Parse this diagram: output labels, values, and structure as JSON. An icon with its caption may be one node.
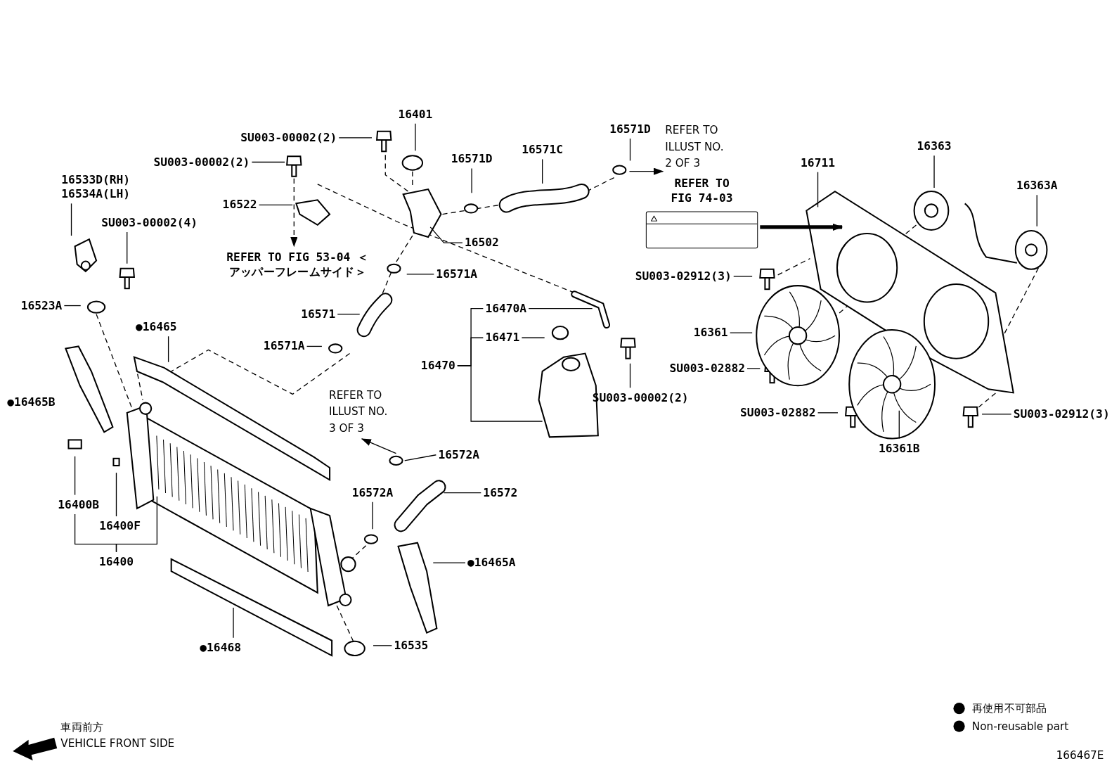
{
  "diagram": {
    "nodes": [
      {
        "text": [
          "SU003-00002(2)"
        ]
      },
      {
        "text": [
          "16401"
        ]
      },
      {
        "text": [
          "SU003-00002(2)"
        ]
      },
      {
        "text": [
          "16571D"
        ]
      },
      {
        "text": [
          "16571C"
        ]
      },
      {
        "text": [
          "16571D"
        ]
      },
      {
        "text": [
          "REFER TO ILLUST NO. 2 OF 3"
        ]
      },
      {
        "text": [
          "16533D(RH) 16534A(LH)"
        ]
      },
      {
        "text": [
          "SU003-00002(4)"
        ]
      },
      {
        "text": [
          "16522"
        ]
      },
      {
        "text": [
          "REFER TO FIG 53-04 ＜アッパーフレームサイド＞"
        ]
      },
      {
        "text": [
          "16502"
        ]
      },
      {
        "text": [
          "16571A"
        ]
      },
      {
        "text": [
          "REFER TO FIG 74-03"
        ]
      },
      {
        "text": [
          "16711"
        ]
      },
      {
        "text": [
          "16363"
        ]
      },
      {
        "text": [
          "16363A"
        ]
      },
      {
        "text": [
          "SU003-02912(3)"
        ]
      },
      {
        "text": [
          "16523A"
        ]
      },
      {
        "text": [
          "16571"
        ]
      },
      {
        "text": [
          "16470A"
        ]
      },
      {
        "text": [
          "16471"
        ]
      },
      {
        "text": [
          "16470"
        ]
      },
      {
        "text": [
          "●16465"
        ]
      },
      {
        "text": [
          "16361"
        ]
      },
      {
        "text": [
          "16571A"
        ]
      },
      {
        "text": [
          "SU003-00002(2)"
        ]
      },
      {
        "text": [
          "SU003-02882"
        ]
      },
      {
        "text": [
          "SU003-02882"
        ]
      },
      {
        "text": [
          "SU003-02912(3)"
        ]
      },
      {
        "text": [
          "REFER TO ILLUST NO. 3 OF 3"
        ]
      },
      {
        "text": [
          "16361B"
        ]
      },
      {
        "text": [
          "16572A"
        ]
      },
      {
        "text": [
          "16572"
        ]
      },
      {
        "text": [
          "16572A"
        ]
      },
      {
        "text": [
          "16400B"
        ]
      },
      {
        "text": [
          "16400F"
        ]
      },
      {
        "text": [
          "16400"
        ]
      },
      {
        "text": [
          "●16465A"
        ]
      },
      {
        "text": [
          "●16468"
        ]
      },
      {
        "text": [
          "16535"
        ]
      },
      {
        "text": [],
        "shape": "picture"
      },
      {
        "text": [],
        "shape": "circle"
      }
    ],
    "edges": [
      {
        "from": 0,
        "to": null,
        "arrow": "none"
      },
      {
        "from": 1,
        "to": null,
        "arrow": "none"
      },
      {
        "from": 2,
        "to": 41,
        "arrow": "none"
      },
      {
        "from": 3,
        "to": null,
        "arrow": "none"
      },
      {
        "from": 4,
        "to": null,
        "arrow": "none"
      },
      {
        "from": 5,
        "to": null,
        "arrow": "none"
      },
      {
        "from": null,
        "to": 6,
        "arrow": "to"
      },
      {
        "from": 7,
        "to": null,
        "arrow": "none"
      },
      {
        "from": 8,
        "to": null,
        "arrow": "none"
      },
      {
        "from": 9,
        "to": null,
        "arrow": "none"
      },
      {
        "from": 41,
        "to": 10,
        "arrow": "to",
        "style": "dashed"
      },
      {
        "from": 11,
        "to": null,
        "arrow": "none"
      },
      {
        "from": 12,
        "to": null,
        "arrow": "none"
      },
      {
        "from": 13,
        "to": null,
        "arrow": "to",
        "style": "thick"
      },
      {
        "from": 14,
        "to": null,
        "arrow": "none"
      },
      {
        "from": 15,
        "to": null,
        "arrow": "none"
      },
      {
        "from": 16,
        "to": null,
        "arrow": "none"
      },
      {
        "from": 17,
        "to": null,
        "arrow": "none"
      },
      {
        "from": 18,
        "to": null,
        "arrow": "none"
      },
      {
        "from": 19,
        "to": null,
        "arrow": "none"
      },
      {
        "from": 20,
        "to": null,
        "arrow": "none"
      },
      {
        "from": 21,
        "to": null,
        "arrow": "none"
      },
      {
        "from": 22,
        "to": 20,
        "arrow": "none"
      },
      {
        "from": 22,
        "to": 21,
        "arrow": "none"
      },
      {
        "from": 22,
        "to": null,
        "arrow": "none"
      },
      {
        "from": 23,
        "to": null,
        "arrow": "none"
      },
      {
        "from": 24,
        "to": null,
        "arrow": "none"
      },
      {
        "from": 25,
        "to": null,
        "arrow": "none"
      },
      {
        "from": 26,
        "to": null,
        "arrow": "none"
      },
      {
        "from": 27,
        "to": null,
        "arrow": "none"
      },
      {
        "from": 28,
        "to": null,
        "arrow": "none"
      },
      {
        "from": 29,
        "to": null,
        "arrow": "none"
      },
      {
        "from": 42,
        "to": 30,
        "arrow": "to"
      },
      {
        "from": 31,
        "to": null,
        "arrow": "none"
      },
      {
        "from": 32,
        "to": 42,
        "arrow": "none"
      },
      {
        "from": 33,
        "to": null,
        "arrow": "none"
      },
      {
        "from": 34,
        "to": null,
        "arrow": "none"
      },
      {
        "from": 37,
        "to": 35,
        "arrow": "none"
      },
      {
        "from": 37,
        "to": null,
        "arrow": "none"
      },
      {
        "from": 35,
        "to": null,
        "arrow": "none"
      },
      {
        "from": 36,
        "to": null,
        "arrow": "none"
      },
      {
        "from": 38,
        "to": null,
        "arrow": "none"
      },
      {
        "from": 39,
        "to": null,
        "arrow": "none"
      },
      {
        "from": 40,
        "to": null,
        "arrow": "none"
      }
    ],
    "labels": [
      "●16465B",
      "車両前方",
      "VEHICLE FRONT SIDE",
      "166467E"
    ],
    "legend": [
      {
        "text": "再使用不可部品",
        "color": "#000000"
      },
      {
        "text": "Non-reusable part",
        "color": "#000000"
      }
    ]
  }
}
